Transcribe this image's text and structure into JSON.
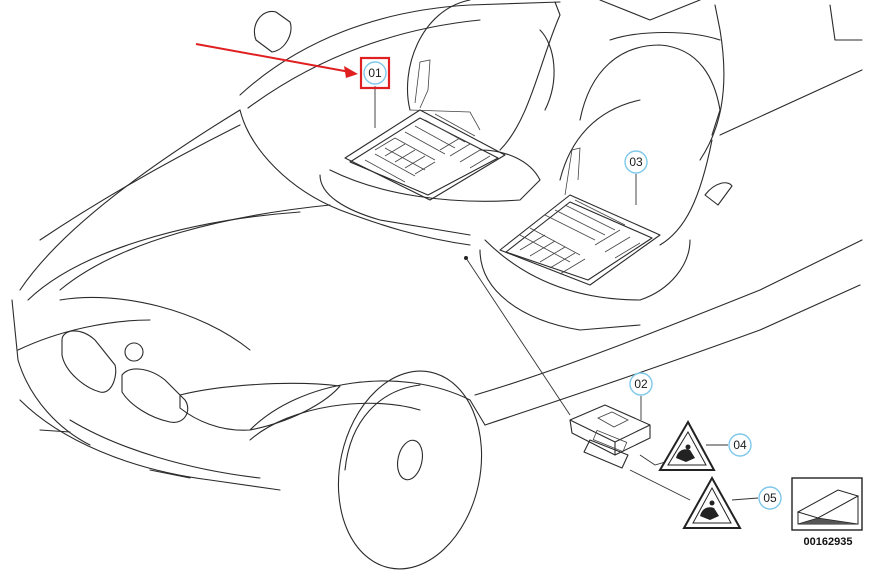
{
  "callouts": {
    "c01": "01",
    "c02": "02",
    "c03": "03",
    "c04": "04",
    "c05": "05"
  },
  "part_number": "00162935",
  "colors": {
    "callout_ring": "#7ec8ea",
    "highlight_box": "#e02020",
    "arrow": "#e02020",
    "line_art": "#2b2b2b"
  },
  "icons": {
    "warning_triangle": "child-seat-warning-icon",
    "navigation": "view-arrow-icon"
  }
}
